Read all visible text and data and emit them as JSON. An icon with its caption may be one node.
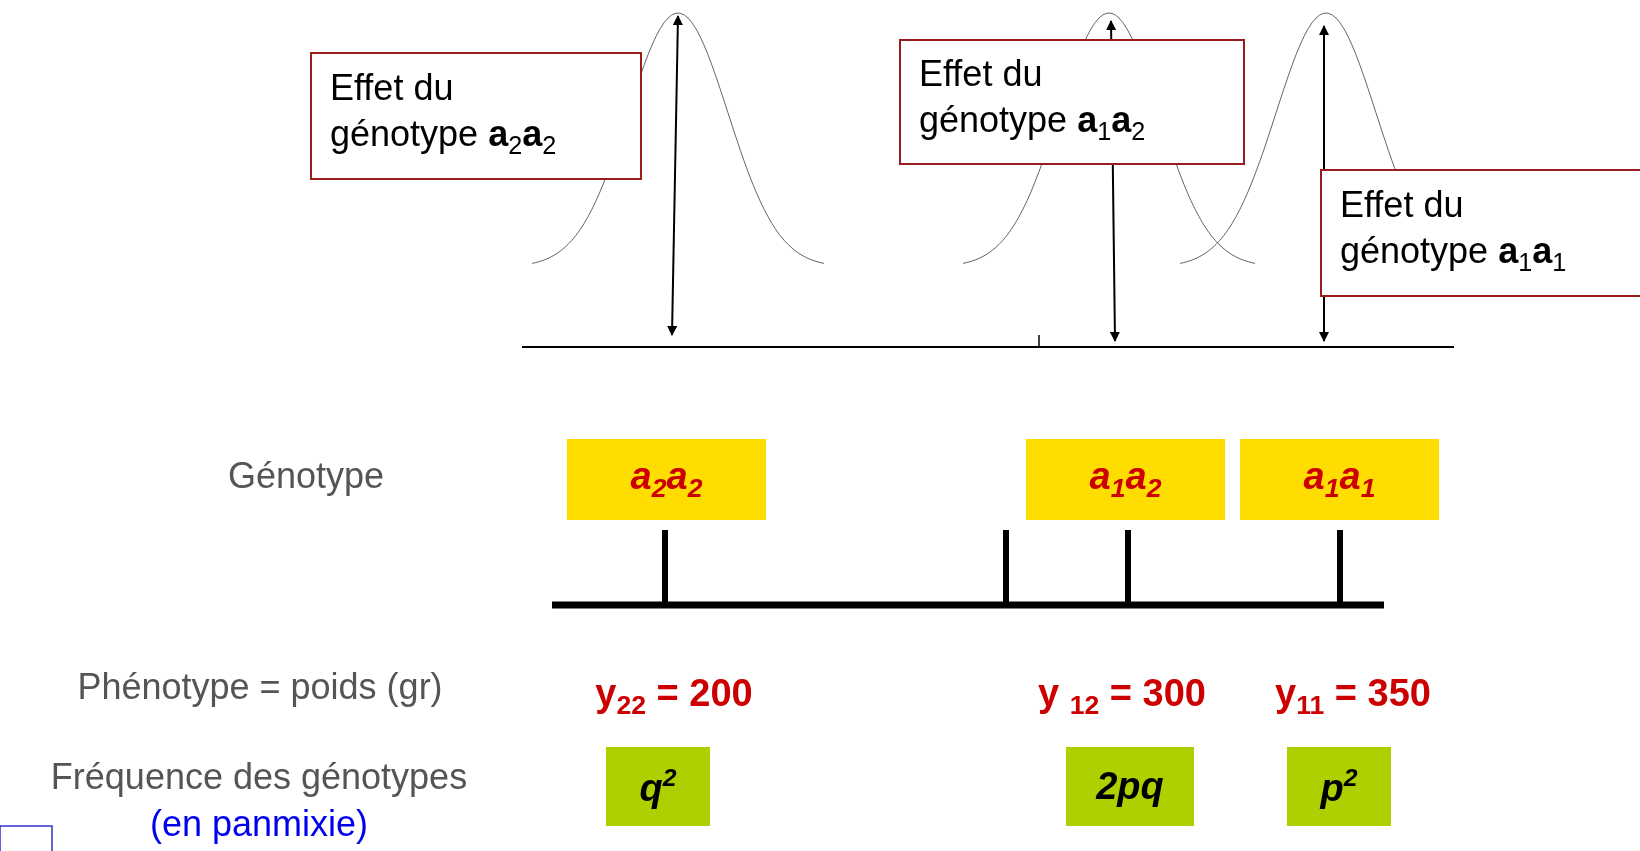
{
  "diagram": {
    "nodes": [
      {
        "text": [
          "Effet du génotype **a**$_{2}$**a**$_{2}$"
        ]
      },
      {
        "text": [
          "Effet du génotype **a**$_{1}$**a**$_{2}$"
        ]
      },
      {
        "text": [
          "Effet du génotype **a**$_{1}$**a**$_{1}$"
        ]
      },
      {
        "text": [
          "a$_{2}$a$_{2}$"
        ]
      },
      {
        "text": [
          "a$_{1}$a$_{2}$"
        ]
      },
      {
        "text": [
          "a$_{1}$a$_{1}$"
        ]
      },
      {
        "text": [
          "q$^{2}$"
        ]
      },
      {
        "text": [
          "2pq"
        ]
      },
      {
        "text": [
          "p$^{2}$"
        ]
      }
    ],
    "labels": [
      "Génotype",
      "Phénotype = poids (gr)",
      "y$_{22}$ = 200",
      "y $_{12}$ = 300",
      "y$_{11}$ = 350",
      "Fréquence des génotypes",
      "(en panmixie)"
    ]
  }
}
